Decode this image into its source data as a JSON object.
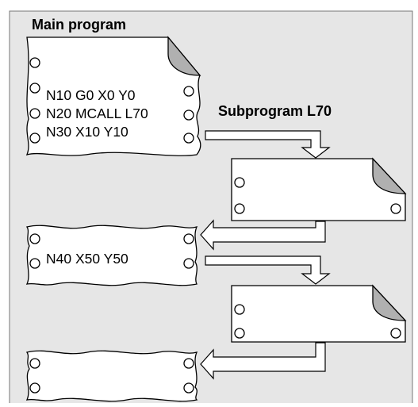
{
  "colors": {
    "background": "#e6e6e6",
    "frame_border": "#777777",
    "card_fill": "#ffffff",
    "card_stroke": "#000000",
    "dogear_fill": "#b0b0b0"
  },
  "main_program": {
    "title": "Main program",
    "lines": [
      "N10 G0 X0 Y0",
      "N20 MCALL L70",
      "N30 X10 Y10"
    ]
  },
  "subprogram": {
    "title": "Subprogram L70"
  },
  "continuation": {
    "line": "N40 X50 Y50"
  }
}
